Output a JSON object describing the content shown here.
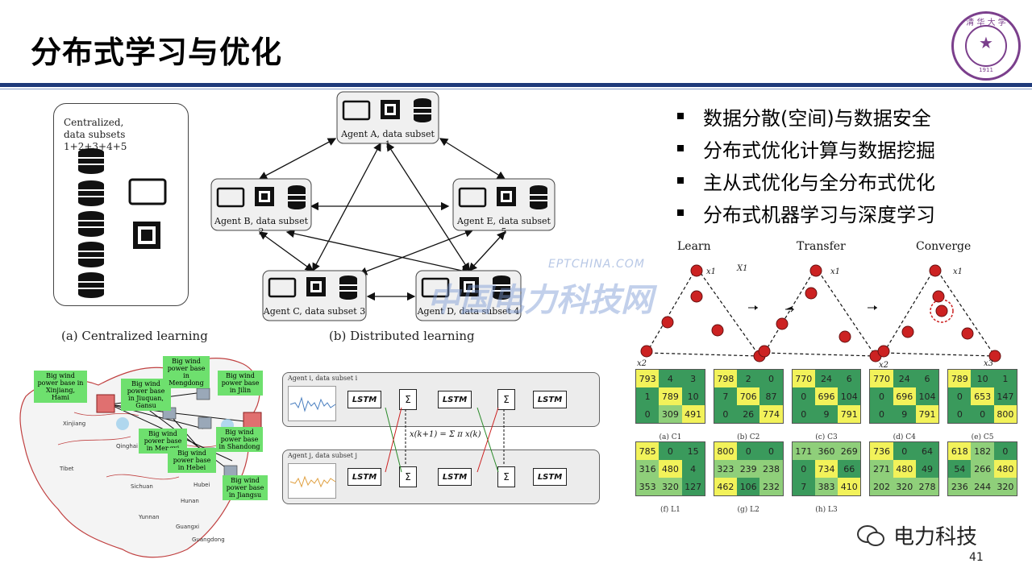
{
  "slide": {
    "title": "分布式学习与优化",
    "page_number": "41"
  },
  "bullets": [
    "数据分散(空间)与数据安全",
    "分布式优化计算与数据挖掘",
    "主从式优化与全分布式优化",
    "分布式机器学习与深度学习"
  ],
  "fig_centralized": {
    "label_line1": "Centralized,",
    "label_line2": "data subsets 1+2+3+4+5",
    "caption": "(a) Centralized learning"
  },
  "fig_distributed": {
    "agents": [
      "Agent A, data subset 1",
      "Agent B, data subset 2",
      "Agent E, data subset 5",
      "Agent C, data subset 3",
      "Agent D, data subset 4"
    ],
    "caption": "(b) Distributed learning"
  },
  "fig_converge": {
    "titles": [
      "Learn",
      "Transfer",
      "Converge"
    ],
    "labels": [
      "x1",
      "X1",
      "x2",
      "X2",
      "x3"
    ]
  },
  "fig_lstm": {
    "agent_i": "Agent i, data subset i",
    "agent_j": "Agent j, data subset j",
    "lstm": "LSTM",
    "sum": "Σ",
    "equation": "x(k+1) = Σ π x(k)"
  },
  "confusion": [
    {
      "caption": "(a) C1",
      "cells": [
        "793",
        "4",
        "3",
        "1",
        "789",
        "10",
        "0",
        "309",
        "491"
      ]
    },
    {
      "caption": "(b) C2",
      "cells": [
        "798",
        "2",
        "0",
        "7",
        "706",
        "87",
        "0",
        "26",
        "774"
      ]
    },
    {
      "caption": "(c) C3",
      "cells": [
        "770",
        "24",
        "6",
        "0",
        "696",
        "104",
        "0",
        "9",
        "791"
      ]
    },
    {
      "caption": "(d) C4",
      "cells": [
        "770",
        "24",
        "6",
        "0",
        "696",
        "104",
        "0",
        "9",
        "791"
      ]
    },
    {
      "caption": "(e) C5",
      "cells": [
        "789",
        "10",
        "1",
        "0",
        "653",
        "147",
        "0",
        "0",
        "800"
      ]
    },
    {
      "caption": "(f) L1",
      "cells": [
        "785",
        "0",
        "15",
        "316",
        "480",
        "4",
        "353",
        "320",
        "127"
      ]
    },
    {
      "caption": "(g) L2",
      "cells": [
        "800",
        "0",
        "0",
        "323",
        "239",
        "238",
        "462",
        "106",
        "232"
      ]
    },
    {
      "caption": "(h) L3",
      "cells": [
        "171",
        "360",
        "269",
        "0",
        "734",
        "66",
        "7",
        "383",
        "410"
      ]
    },
    {
      "caption": "",
      "cells": [
        "736",
        "0",
        "64",
        "271",
        "480",
        "49",
        "202",
        "320",
        "278"
      ]
    },
    {
      "caption": "",
      "cells": [
        "618",
        "182",
        "0",
        "54",
        "266",
        "480",
        "236",
        "244",
        "320"
      ]
    }
  ],
  "map": {
    "labels": [
      "Big wind power base in Xinjiang, Hami",
      "Big wind power base in Jiuquan, Gansu",
      "Big wind power base in Mengdong",
      "Big wind power base in Jilin",
      "Big wind power base in Shandong",
      "Big wind power base in Mengxi",
      "Big wind power base in Hebei",
      "Big wind power base in Jiangsu"
    ],
    "places": [
      "Xinjiang",
      "Tibet",
      "Qinghai",
      "Sichuan",
      "Yunnan",
      "Guangxi",
      "Hunan",
      "Guangdong",
      "Hubei"
    ]
  },
  "watermark": {
    "url": "EPTCHINA.COM",
    "cn": "中国电力科技网"
  },
  "wechat": {
    "name": "电力科技"
  },
  "colors": {
    "title_rule": "#1f3a7a",
    "seal": "#7b3f8c",
    "cm_yellow": "#f2f25a",
    "cm_green": "#3a9a5c",
    "node_red": "#cc2222"
  }
}
